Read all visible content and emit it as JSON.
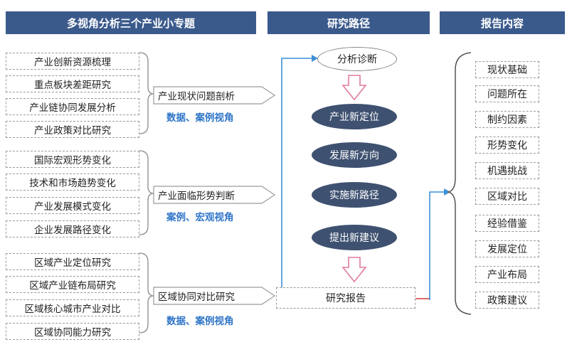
{
  "headers": {
    "left": "多视角分析三个产业小专题",
    "middle": "研究路径",
    "right": "报告内容"
  },
  "groups": [
    {
      "items": [
        "产业创新资源梳理",
        "重点板块差距研究",
        "产业链协同发展分析",
        "产业政策对比研究"
      ],
      "arrow_label": "产业现状问题剖析",
      "note": "数据、案例视角"
    },
    {
      "items": [
        "国际宏观形势变化",
        "技术和市场趋势变化",
        "产业发展模式变化",
        "企业发展路径变化"
      ],
      "arrow_label": "产业面临形势判断",
      "note": "案例、宏观视角"
    },
    {
      "items": [
        "区域产业定位研究",
        "区域产业链布局研究",
        "区域核心城市产业对比",
        "区域协同能力研究"
      ],
      "arrow_label": "区域协同对比研究",
      "note": "数据、案例视角"
    }
  ],
  "path": {
    "start": "分析诊断",
    "steps": [
      "产业新定位",
      "发展新方向",
      "实施新路径",
      "提出新建议"
    ],
    "end": "研究报告"
  },
  "report_items": [
    "现状基础",
    "问题所在",
    "制约因素",
    "形势变化",
    "机遇挑战",
    "区域对比",
    "经验借鉴",
    "发展定位",
    "产业布局",
    "政策建议"
  ],
  "colors": {
    "header_bg": "#3b5a8c",
    "step_fill": "#3e5170",
    "note_blue": "#2e75c8",
    "connector_blue": "#3d8fd6",
    "connector_red": "#d43c3c",
    "down_arrow_pink": "#e07aa0"
  }
}
